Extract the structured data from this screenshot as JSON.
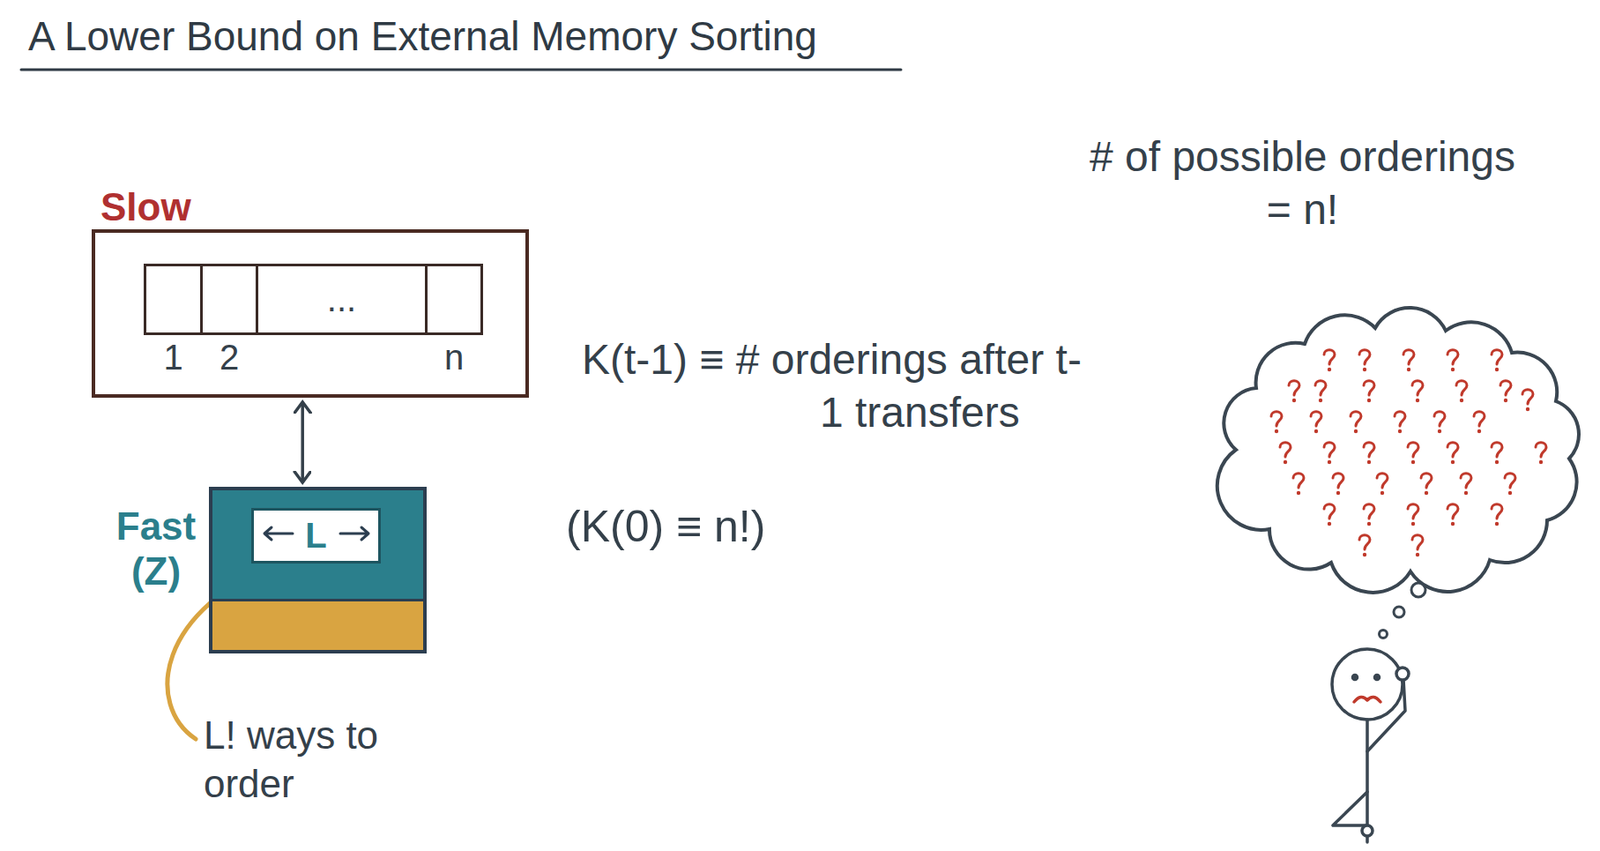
{
  "diagram": {
    "title": "A Lower Bound on External Memory Sorting",
    "nodes": [
      {
        "text": [
          "Slow"
        ]
      },
      {
        "text": [
          "1"
        ],
        "in": 0
      },
      {
        "text": [
          "2"
        ],
        "in": 0
      },
      {
        "text": [
          "..."
        ],
        "in": 0
      },
      {
        "text": [
          "n"
        ],
        "in": 0
      },
      {
        "text": [
          "Fast (Z)"
        ]
      },
      {
        "text": [
          "L"
        ],
        "in": 5
      }
    ],
    "edges": [
      {
        "from": 0,
        "to": 5,
        "arrow": "both"
      }
    ],
    "labels": [
      "L! ways to order",
      "K(t-1) ≡ # orderings after t-1 transfers",
      "(K(0) ≡ n!)",
      "# of possible orderings = n!"
    ]
  }
}
